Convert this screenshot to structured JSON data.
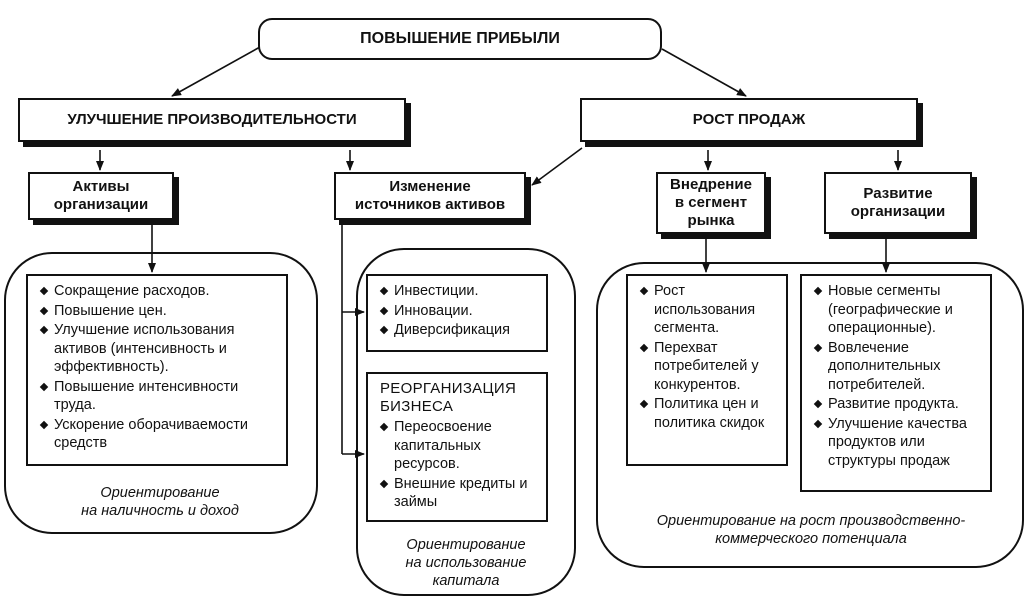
{
  "root": {
    "label": "ПОВЫШЕНИЕ ПРИБЫЛИ"
  },
  "branches": {
    "productivity": {
      "label": "УЛУЧШЕНИЕ ПРОИЗВОДИТЕЛЬНОСТИ"
    },
    "sales": {
      "label": "РОСТ ПРОДАЖ"
    }
  },
  "nodes": {
    "assets": {
      "label": "Активы\nорганизации"
    },
    "sources": {
      "label": "Изменение\nисточников активов"
    },
    "segment": {
      "label": "Внедрение\nв сегмент\nрынка"
    },
    "development": {
      "label": "Развитие\nорганизации"
    }
  },
  "panels": {
    "assets_items": [
      "Сокращение расходов.",
      "Повышение цен.",
      "Улучшение использования активов (интенсивность и эффективность).",
      "Повышение интенсивности труда.",
      "Ускорение оборачиваемости средств"
    ],
    "investment_items": [
      "Инвестиции.",
      "Инновации.",
      "Диверсификация"
    ],
    "reorganization": {
      "heading": "РЕОРГАНИЗАЦИЯ\nБИЗНЕСА",
      "items": [
        "Переосвоение капитальных ресурсов.",
        "Внешние кредиты и займы"
      ]
    },
    "segment_items": [
      "Рост использования сегмента.",
      "Перехват потребителей у конкурентов.",
      "Политика цен и политика скидок"
    ],
    "development_items": [
      "Новые сегменты (географические и операционные).",
      "Вовлечение дополнительных потребителей.",
      "Развитие продукта.",
      "Улучшение качества продуктов или структуры продаж"
    ]
  },
  "orientations": {
    "cash": "Ориентирование\nна наличность и доход",
    "capital": "Ориентирование\nна использование\nкапитала",
    "growth": "Ориентирование на рост производственно-\nкоммерческого потенциала"
  }
}
